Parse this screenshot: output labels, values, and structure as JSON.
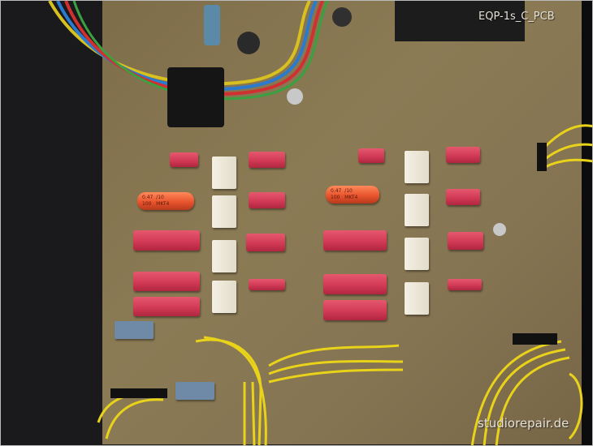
{
  "photo": {
    "board_label": "EQP-1s_C_PCB",
    "watermark": "studiorepair.de",
    "capacitor_marking_left": "0.47  /10\n100   MKT4",
    "capacitor_marking_right": "0.47  /10\n100   MKT4"
  },
  "colors": {
    "pcb": "#857452",
    "capacitor_red": "#d23a55",
    "wire_yellow": "#e8d21a"
  }
}
